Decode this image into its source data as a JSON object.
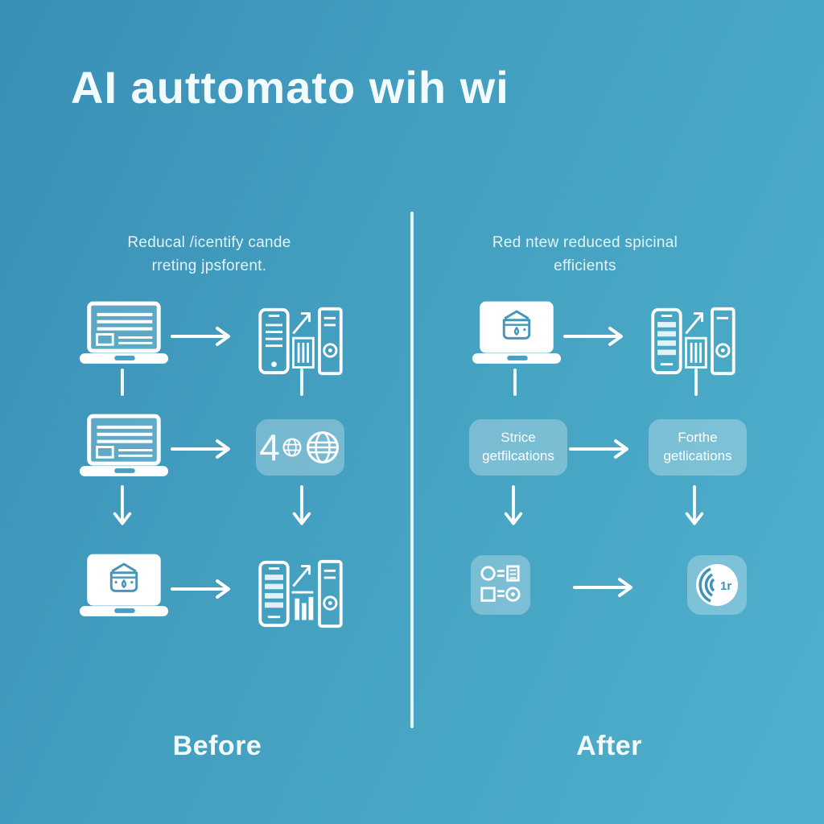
{
  "title": "AI auttomato wih wi",
  "panels": {
    "before": {
      "heading_line1": "Reducal /icentify cande",
      "heading_line2": "rreting jpsforent.",
      "label": "Before",
      "badge_number": "4"
    },
    "after": {
      "heading_line1": "Red ntew reduced spicinal",
      "heading_line2": "efficients",
      "label": "After",
      "box_source_line1": "Strice",
      "box_source_line2": "getfilcations",
      "box_target_line1": "Forthe",
      "box_target_line2": "getlications",
      "radial_text": "1r"
    }
  },
  "colors": {
    "background_top_left": "#3a8fb7",
    "background_bottom_right": "#4fb0cd",
    "foreground": "#ffffff",
    "translucent_box_fill": "rgba(255,255,255,0.28)",
    "accent_blue_icon": "#4796ba"
  },
  "icons": {
    "laptop_document": "laptop-document-icon",
    "laptop_app": "laptop-app-icon",
    "devices_analytics": "devices-analytics-icon",
    "globe": "globe-icon",
    "settings_form": "settings-form-icon",
    "radial_gauge": "radial-gauge-icon",
    "arrow_right": "arrow-right-icon",
    "arrow_down": "arrow-down-icon",
    "connector": "connector-line"
  }
}
